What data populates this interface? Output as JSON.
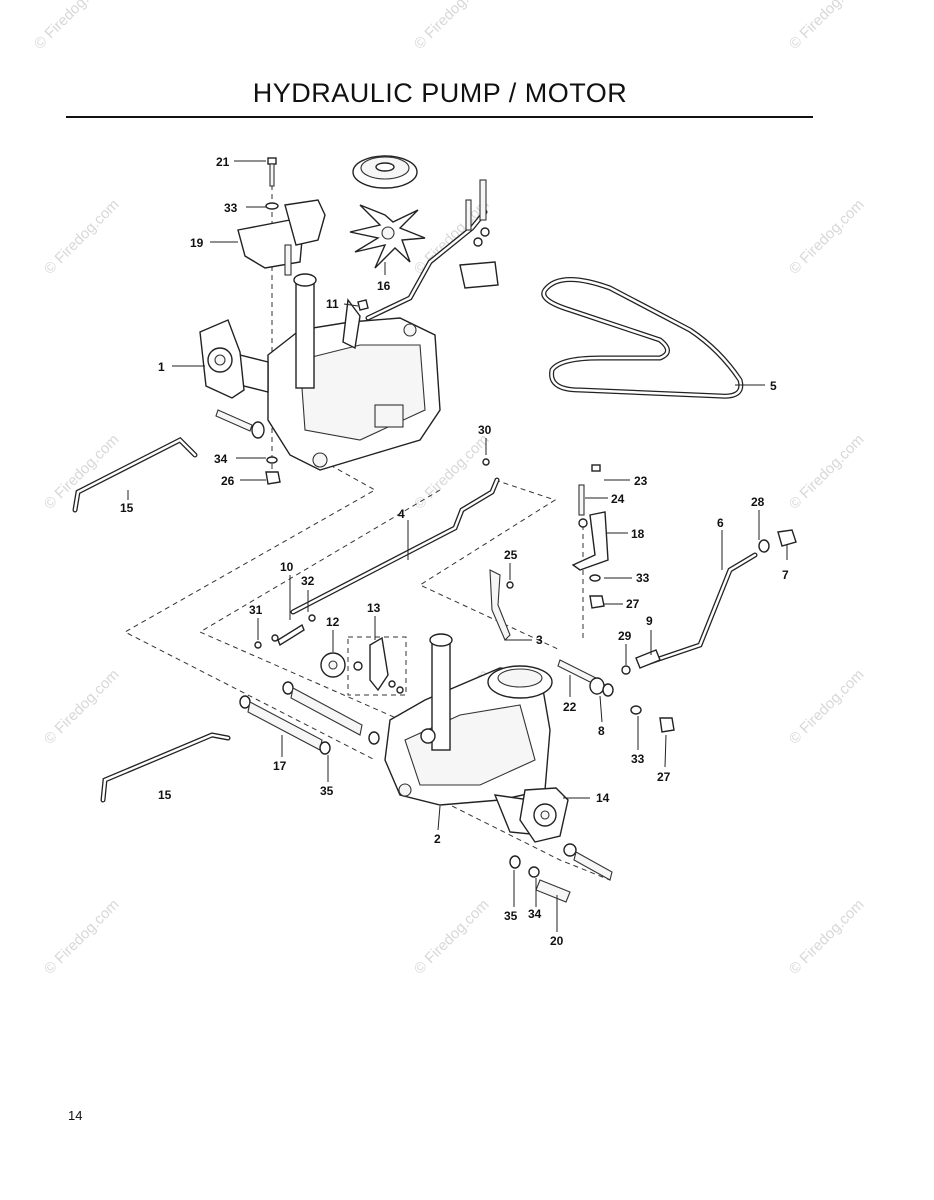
{
  "page": {
    "title": "HYDRAULIC PUMP /  MOTOR",
    "page_number": "14"
  },
  "watermark": {
    "text": "© Firedog.com"
  },
  "callouts": {
    "c1": "1",
    "c2": "2",
    "c3": "3",
    "c4": "4",
    "c5": "5",
    "c6": "6",
    "c7": "7",
    "c8": "8",
    "c9": "9",
    "c10": "10",
    "c11": "11",
    "c12": "12",
    "c13": "13",
    "c14": "14",
    "c15a": "15",
    "c15b": "15",
    "c16": "16",
    "c17": "17",
    "c18": "18",
    "c19": "19",
    "c20": "20",
    "c21": "21",
    "c22": "22",
    "c23": "23",
    "c24": "24",
    "c25": "25",
    "c26": "26",
    "c27a": "27",
    "c27b": "27",
    "c28": "28",
    "c29": "29",
    "c30": "30",
    "c31": "31",
    "c32": "32",
    "c33a": "33",
    "c33b": "33",
    "c33c": "33",
    "c34a": "34",
    "c34b": "34",
    "c35a": "35",
    "c35b": "35"
  }
}
